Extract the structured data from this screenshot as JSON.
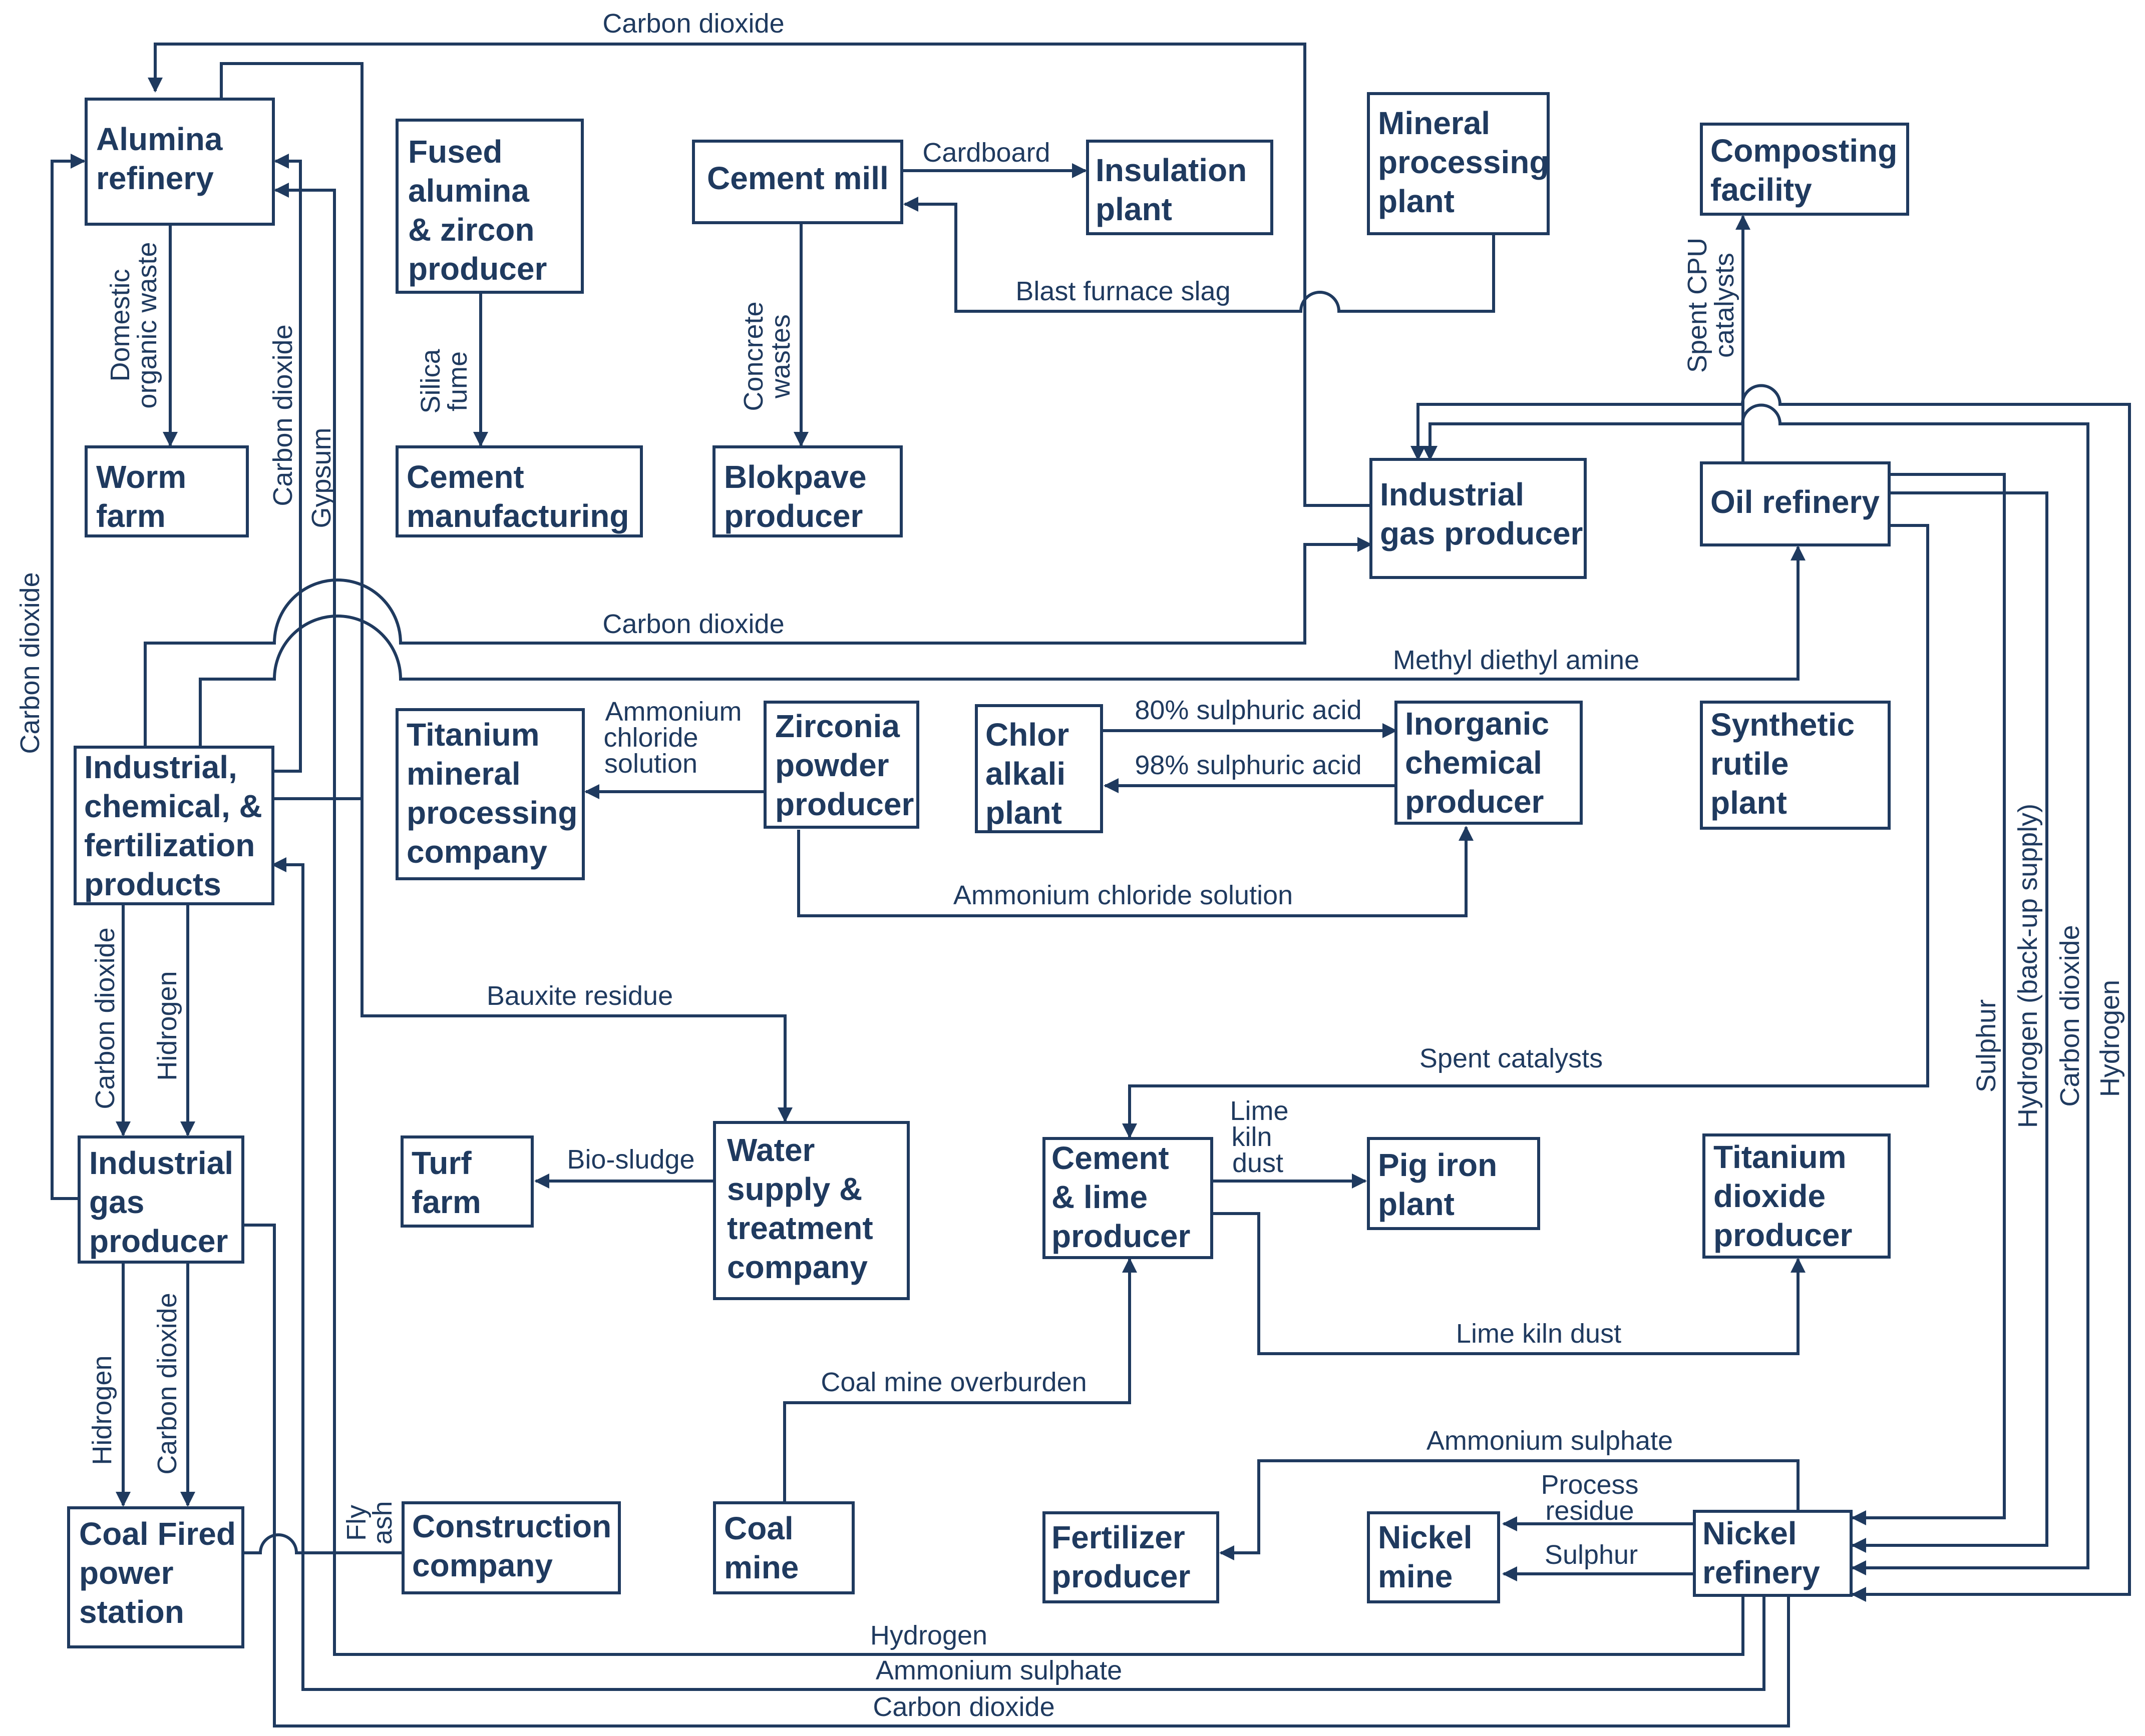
{
  "colors": {
    "ink": "#1f3a5f",
    "background": "#ffffff"
  },
  "nodes": {
    "alumina_refinery": [
      "Alumina",
      "refinery"
    ],
    "worm_farm": [
      "Worm",
      "farm"
    ],
    "fused_alumina": [
      "Fused",
      "alumina",
      "& zircon",
      "producer"
    ],
    "cement_manufacturing": [
      "Cement",
      "manufacturing"
    ],
    "cement_mill": [
      "Cement mill"
    ],
    "insulation_plant": [
      "Insulation",
      "plant"
    ],
    "blokpave_producer": [
      "Blokpave",
      "producer"
    ],
    "mineral_processing": [
      "Mineral",
      "processing",
      "plant"
    ],
    "composting_facility": [
      "Composting",
      "facility"
    ],
    "industrial_gas_producer_top": [
      "Industrial",
      "gas producer"
    ],
    "oil_refinery": [
      "Oil refinery"
    ],
    "industrial_chemical": [
      "Industrial,",
      "chemical, &",
      "fertilization",
      "products"
    ],
    "titanium_mineral": [
      "Titanium",
      "mineral",
      "processing",
      "company"
    ],
    "zirconia_powder": [
      "Zirconia",
      "powder",
      "producer"
    ],
    "chlor_alkali": [
      "Chlor",
      "alkali",
      "plant"
    ],
    "inorganic_chemical": [
      "Inorganic",
      "chemical",
      "producer"
    ],
    "synthetic_rutile": [
      "Synthetic",
      "rutile",
      "plant"
    ],
    "industrial_gas_producer_left": [
      "Industrial",
      "gas",
      "producer"
    ],
    "turf_farm": [
      "Turf",
      "farm"
    ],
    "water_supply": [
      "Water",
      "supply &",
      "treatment",
      "company"
    ],
    "cement_lime": [
      "Cement",
      "& lime",
      "producer"
    ],
    "pig_iron": [
      "Pig iron",
      "plant"
    ],
    "titanium_dioxide": [
      "Titanium",
      "dioxide",
      "producer"
    ],
    "coal_power": [
      "Coal Fired",
      "power",
      "station"
    ],
    "construction": [
      "Construction",
      "company"
    ],
    "coal_mine": [
      "Coal",
      "mine"
    ],
    "fertilizer": [
      "Fertilizer",
      "producer"
    ],
    "nickel_mine": [
      "Nickel",
      "mine"
    ],
    "nickel_refinery": [
      "Nickel",
      "refinery"
    ]
  },
  "flows": {
    "co2_top": [
      "Carbon dioxide"
    ],
    "cardboard": [
      "Cardboard"
    ],
    "blast_furnace_slag": [
      "Blast furnace slag"
    ],
    "domestic_organic_waste": [
      "Domestic",
      "organic waste"
    ],
    "co2_alumina": [
      "Carbon dioxide"
    ],
    "gypsum": [
      "Gypsum"
    ],
    "silica_fume": [
      "Silica",
      "fume"
    ],
    "concrete_wastes": [
      "Concrete",
      "wastes"
    ],
    "spent_cpu_catalysts": [
      "Spent CPU",
      "catalysts"
    ],
    "co2_far_left": [
      "Carbon dioxide"
    ],
    "co2_mid": [
      "Carbon dioxide"
    ],
    "methyl_diethyl_amine": [
      "Methyl diethyl amine"
    ],
    "ammonium_chloride_solution_short": [
      "Ammonium",
      "chloride",
      "solution"
    ],
    "sulphuric_80": [
      "80%  sulphuric acid"
    ],
    "sulphuric_98": [
      "98% sulphuric acid"
    ],
    "ammonium_chloride_solution": [
      "Ammonium chloride solution"
    ],
    "co2_down": [
      "Carbon dioxide"
    ],
    "hydrogen_down": [
      "Hidrogen"
    ],
    "bauxite_residue": [
      "Bauxite residue"
    ],
    "spent_catalysts": [
      "Spent catalysts"
    ],
    "lime_kiln_dust_short": [
      "Lime",
      "kiln",
      "dust"
    ],
    "bio_sludge": [
      "Bio-sludge"
    ],
    "lime_kiln_dust": [
      "Lime kiln dust"
    ],
    "coal_mine_overburden": [
      "Coal mine overburden"
    ],
    "hydrogen_lower": [
      "Hidrogen"
    ],
    "co2_lower": [
      "Carbon dioxide"
    ],
    "fly_ash": [
      "Fly",
      "ash"
    ],
    "ammonium_sulphate_top": [
      "Ammonium sulphate"
    ],
    "process_residue": [
      "Process",
      "residue"
    ],
    "sulphur_short": [
      "Sulphur"
    ],
    "hydrogen_bottom": [
      "Hydrogen"
    ],
    "ammonium_sulphate_bottom": [
      "Ammonium sulphate"
    ],
    "co2_bottom": [
      "Carbon dioxide"
    ],
    "sulphur_right": [
      "Sulphur"
    ],
    "hydrogen_backup": [
      "Hydrogen (back-up supply)"
    ],
    "co2_right": [
      "Carbon dioxide"
    ],
    "hydrogen_right": [
      "Hydrogen"
    ]
  }
}
